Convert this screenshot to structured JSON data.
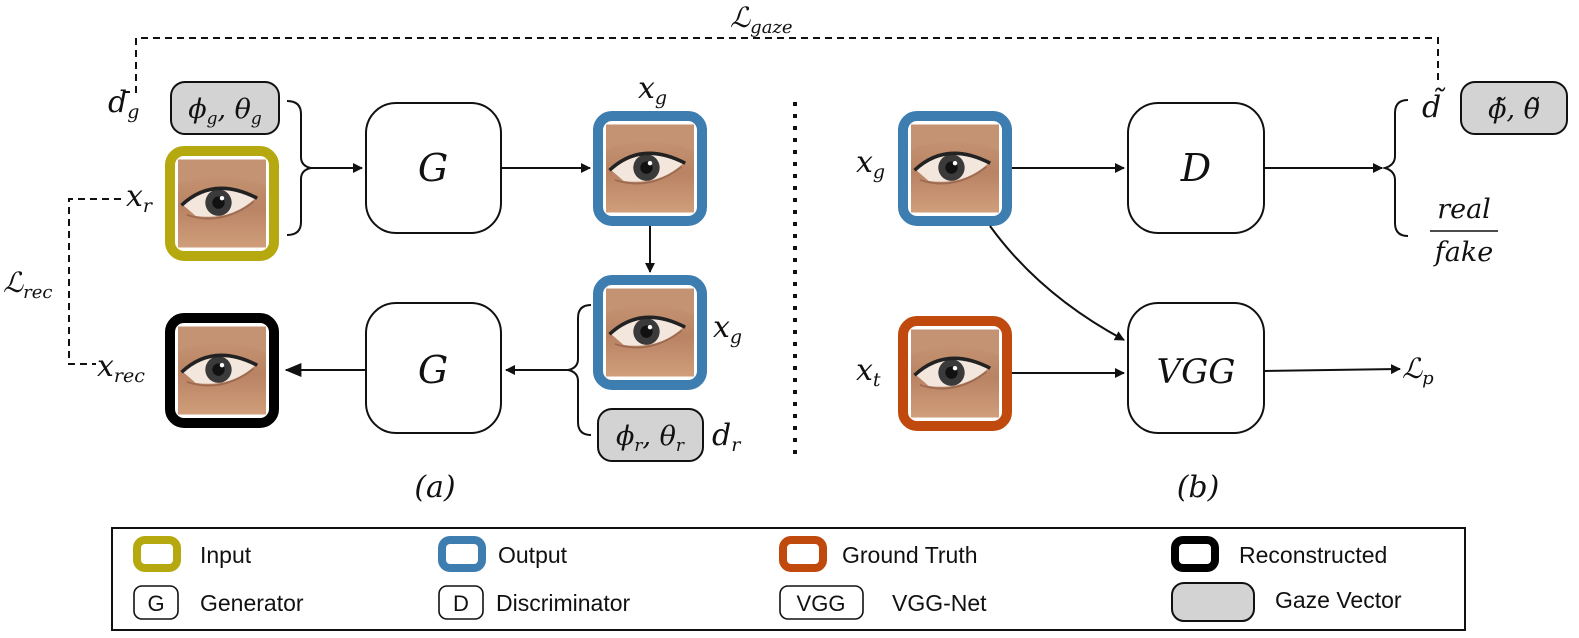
{
  "loss_gaze": {
    "base": "ℒ",
    "sub": "gaze"
  },
  "loss_rec": {
    "base": "ℒ",
    "sub": "rec"
  },
  "loss_p": {
    "base": "ℒ",
    "sub": "p"
  },
  "panel_a": {
    "caption": "(a)",
    "d_g": {
      "base": "d",
      "sub": "g"
    },
    "gaze_g": {
      "phi": "ϕ",
      "phi_sub": "g",
      "sep": ", ",
      "theta": "θ",
      "theta_sub": "g"
    },
    "x_r": {
      "base": "x",
      "sub": "r"
    },
    "x_g_top": {
      "base": "x",
      "sub": "g"
    },
    "x_g_mid": {
      "base": "x",
      "sub": "g"
    },
    "x_rec": {
      "base": "x",
      "sub": "rec"
    },
    "gaze_r": {
      "phi": "ϕ",
      "phi_sub": "r",
      "sep": ", ",
      "theta": "θ",
      "theta_sub": "r"
    },
    "d_r": {
      "base": "d",
      "sub": "r"
    },
    "generator_top": "G",
    "generator_bottom": "G"
  },
  "panel_b": {
    "caption": "(b)",
    "x_g": {
      "base": "x",
      "sub": "g"
    },
    "x_t": {
      "base": "x",
      "sub": "t"
    },
    "discriminator": "D",
    "vgg": "VGG",
    "d_tilde": "d̃",
    "gaze_tilde": {
      "phi": "ϕ̃",
      "sep": ", ",
      "theta": "θ̃"
    },
    "real": "real",
    "fake": "fake"
  },
  "legend": {
    "input": "Input",
    "output": "Output",
    "ground_truth": "Ground Truth",
    "reconstructed": "Reconstructed",
    "g_symbol": "G",
    "generator": "Generator",
    "d_symbol": "D",
    "discriminator": "Discriminator",
    "vgg_symbol": "VGG",
    "vgg_net": "VGG-Net",
    "gaze_vector": "Gaze Vector"
  },
  "colors": {
    "input": "#b5a90f",
    "output": "#3d7db0",
    "ground_truth": "#c04a0e",
    "reconstructed": "#000000",
    "gaze_fill": "#d3d3d3",
    "skin": "#c89272"
  }
}
